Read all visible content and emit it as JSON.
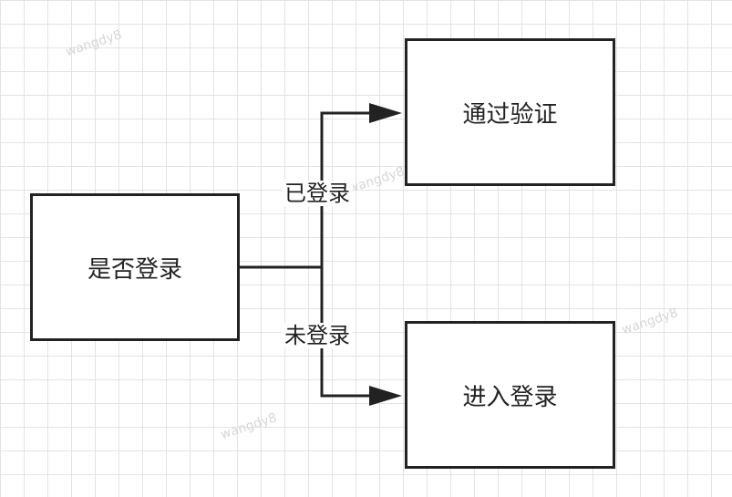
{
  "watermark_text": "wangdy8",
  "nodes": {
    "decision": "是否登录",
    "verified": "通过验证",
    "login": "进入登录"
  },
  "edges": {
    "logged_in": "已登录",
    "not_logged_in": "未登录"
  },
  "colors": {
    "stroke": "#222222",
    "grid": "#e3e3e3",
    "background": "#ffffff",
    "watermark": "#d6d6d6"
  }
}
